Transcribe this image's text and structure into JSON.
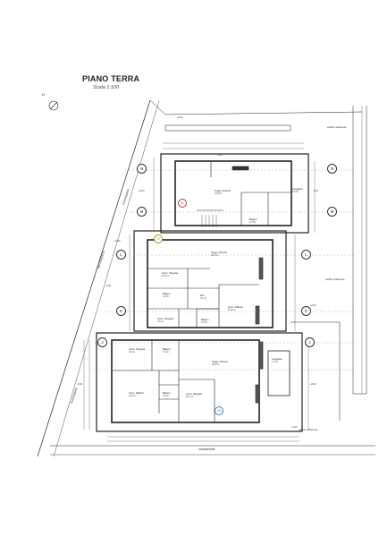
{
  "plan": {
    "title": "PIANO TERRA",
    "scale": "Scala 1:100"
  },
  "north": {
    "label": "N"
  },
  "streets": {
    "left": "VIA FANDITO",
    "left_lower": "marciapiede",
    "left_upper": "marciapiede",
    "bottom": "marciapiede",
    "right_top": "edificio adiacente",
    "right_mid": "edificio adiacente",
    "right_bottom": "edificio adiacente"
  },
  "axes_left": [
    "N",
    "M",
    "L",
    "K",
    "J"
  ],
  "axes_right": [
    "N",
    "M",
    "L",
    "K",
    "J"
  ],
  "badges": [
    {
      "text": "01",
      "color": "#c0392b"
    },
    {
      "text": "02",
      "color": "#b7950b"
    },
    {
      "text": "03",
      "color": "#2e86c1"
    }
  ],
  "rooms": [
    {
      "name": "Sogg. Pranzo",
      "area": "24,8 m²"
    },
    {
      "name": "Loggiato",
      "area": "5,6 m²"
    },
    {
      "name": "Bagno",
      "area": "4,2 m²"
    },
    {
      "name": "Sogg. Pranzo",
      "area": "22,6 m²"
    },
    {
      "name": "Cam. Singola",
      "area": "10,4 m²"
    },
    {
      "name": "Bagno",
      "area": "4,9 m²"
    },
    {
      "name": "Dis.",
      "area": "3,1 m²"
    },
    {
      "name": "Cam. Matrim.",
      "area": "15,0 m²"
    },
    {
      "name": "Cam. Singola",
      "area": "9,6 m²"
    },
    {
      "name": "Bagno",
      "area": "5,0 m²"
    },
    {
      "name": "Cam. Singola",
      "area": "8,9 m²"
    },
    {
      "name": "Bagno",
      "area": "4,6 m²"
    },
    {
      "name": "Sogg. Pranzo",
      "area": "26,4 m²"
    },
    {
      "name": "Loggiato",
      "area": "7,1 m²"
    },
    {
      "name": "Cam. Matrim.",
      "area": "14,2 m²"
    },
    {
      "name": "Bagno",
      "area": "4,8 m²"
    },
    {
      "name": "Cam. Singola",
      "area": "10,1 m²"
    }
  ],
  "levels": [
    "+0,00",
    "-0,03",
    "+0,03",
    "-0,02",
    "+0,00",
    "-0,05",
    "+0,00",
    "-0,02",
    "+0,02",
    "+0,00"
  ]
}
